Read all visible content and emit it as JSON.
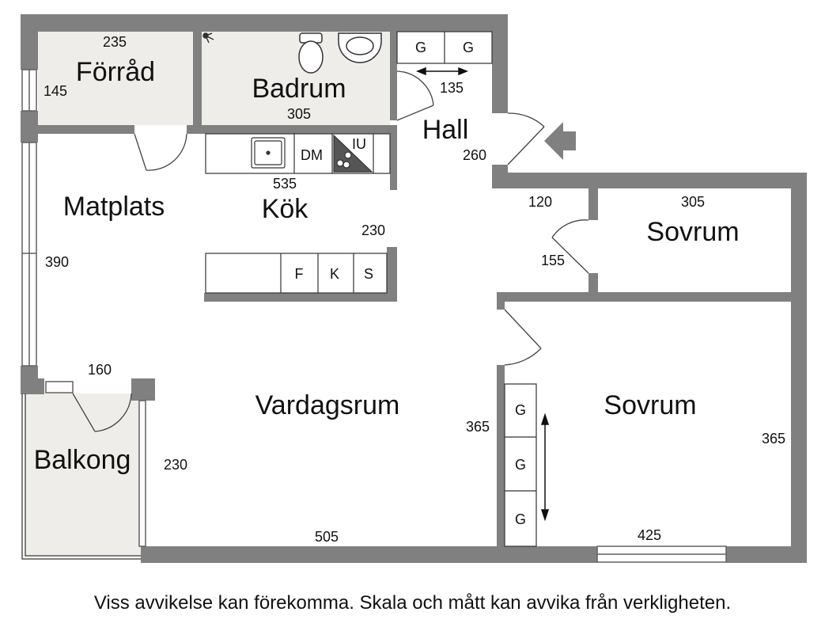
{
  "rooms": {
    "forrad": "Förråd",
    "badrum": "Badrum",
    "hall": "Hall",
    "matplats": "Matplats",
    "kok": "Kök",
    "sovrum_small": "Sovrum",
    "sovrum_large": "Sovrum",
    "vardagsrum": "Vardagsrum",
    "balkong": "Balkong"
  },
  "dimensions": {
    "forrad_width": "235",
    "forrad_depth": "145",
    "badrum_width": "305",
    "wardrobe_width": "135",
    "hall_depth": "260",
    "kok_length": "535",
    "kok_depth": "230",
    "matplats_depth": "390",
    "hall_passage": "120",
    "sovrum_small_width": "305",
    "sovrum_small_depth": "155",
    "balkong_width": "160",
    "balkong_depth": "230",
    "vardagsrum_depth": "365",
    "vardagsrum_width": "505",
    "sovrum_large_depth": "365",
    "sovrum_large_width": "425"
  },
  "fixtures": {
    "hall_wardrobe_1": "G",
    "hall_wardrobe_2": "G",
    "dishwasher": "DM",
    "induction": "IU",
    "fridge": "F",
    "cooler": "K",
    "storage": "S",
    "bedroom_wardrobe_1": "G",
    "bedroom_wardrobe_2": "G",
    "bedroom_wardrobe_3": "G"
  },
  "icons": {
    "entrance": "entrance-arrow-icon",
    "sink": "kitchen-sink-icon",
    "toilet": "toilet-icon",
    "basin": "wash-basin-icon",
    "shower": "shower-head-icon",
    "stove": "stove-icon"
  },
  "colors": {
    "wall": "#808080",
    "wet_room_floor": "#efedea",
    "floor": "#ffffff"
  },
  "footer": {
    "disclaimer": "Viss avvikelse kan förekomma. Skala och mått kan avvika från verkligheten."
  }
}
